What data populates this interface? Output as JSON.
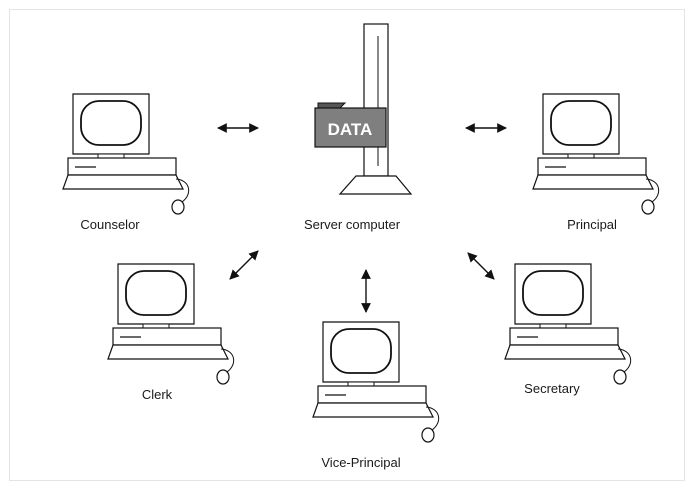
{
  "server": {
    "folder_label": "DATA",
    "label": "Server computer"
  },
  "clients": [
    {
      "label": "Counselor"
    },
    {
      "label": "Principal"
    },
    {
      "label": "Clerk"
    },
    {
      "label": "Vice-Principal"
    },
    {
      "label": "Secretary"
    }
  ],
  "colors": {
    "folder": "#7f7f7f",
    "folder_text": "#ffffff",
    "line": "#111111"
  }
}
